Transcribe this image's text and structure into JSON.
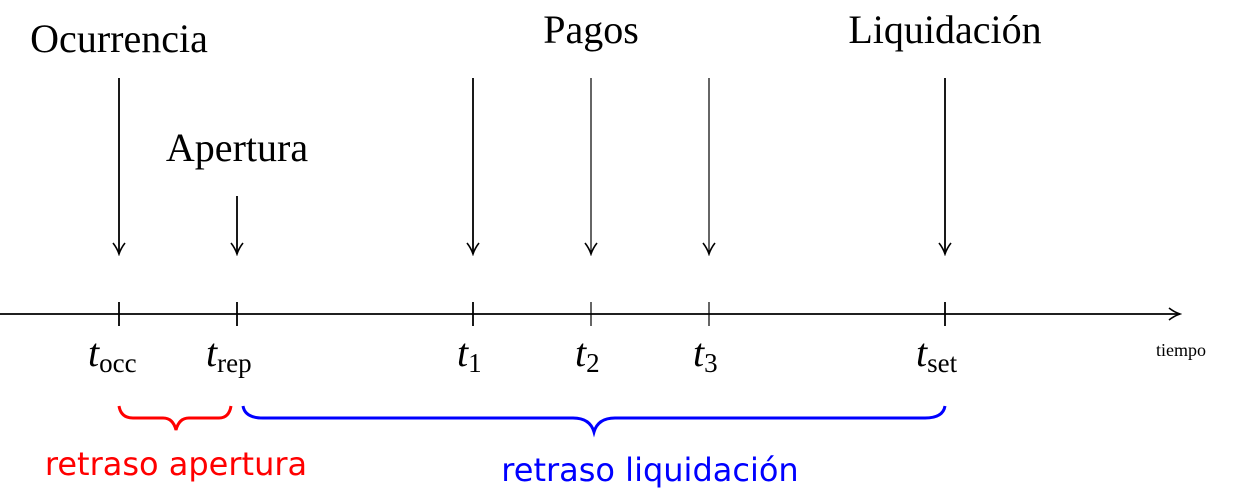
{
  "events": {
    "occurrence": "Ocurrencia",
    "opening": "Apertura",
    "payments": "Pagos",
    "settlement": "Liquidación"
  },
  "axis": {
    "label": "tiempo"
  },
  "ticks": [
    {
      "main": "t",
      "sub": "occ"
    },
    {
      "main": "t",
      "sub": "rep"
    },
    {
      "main": "t",
      "sub": "1"
    },
    {
      "main": "t",
      "sub": "2"
    },
    {
      "main": "t",
      "sub": "3"
    },
    {
      "main": "t",
      "sub": "set"
    }
  ],
  "delays": {
    "reporting": {
      "label": "retraso apertura",
      "color": "#ff0000"
    },
    "settlement": {
      "label": "retraso liquidación",
      "color": "#0000ff"
    }
  }
}
